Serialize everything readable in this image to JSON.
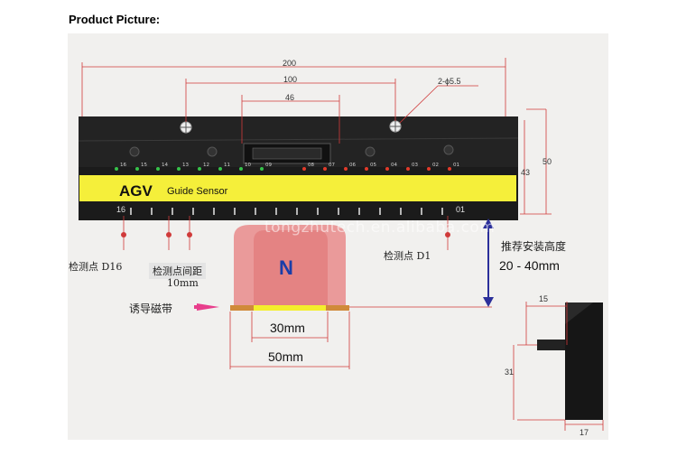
{
  "heading": "Product Picture:",
  "dimensions": {
    "width_200": "200",
    "width_100": "100",
    "width_46": "46",
    "hole": "2-ϕ5.5",
    "height_50": "50",
    "height_43": "43",
    "side_15": "15",
    "side_31": "31",
    "side_17": "17"
  },
  "sensor": {
    "brand": "AGV",
    "subtitle": "Guide Sensor",
    "end_left": "16",
    "end_right": "01",
    "led_labels": [
      "16",
      "15",
      "14",
      "13",
      "12",
      "11",
      "10",
      "09",
      "08",
      "07",
      "06",
      "05",
      "04",
      "03",
      "02",
      "01"
    ]
  },
  "watermark": "tongzhutech.en.alibaba.com",
  "annotations": {
    "point_d16": "检测点 D16",
    "point_spacing": "检测点间距",
    "spacing_value": "10mm",
    "point_d1": "检测点 D1",
    "install_height": "推荐安装高度",
    "install_range": "20 - 40mm",
    "tape_label": "诱导磁带",
    "magnet_pole": "N",
    "tape_30": "30mm",
    "tape_50": "50mm"
  },
  "colors": {
    "sensor_body": "#1b1b1b",
    "strip_yellow": "#f5ef3a",
    "led_green": "#36c24a",
    "led_red": "#e23a2a",
    "magnet_pink": "#e98b8b",
    "dimension_red": "#d03a3a",
    "height_arrow": "#2b2f9a"
  }
}
